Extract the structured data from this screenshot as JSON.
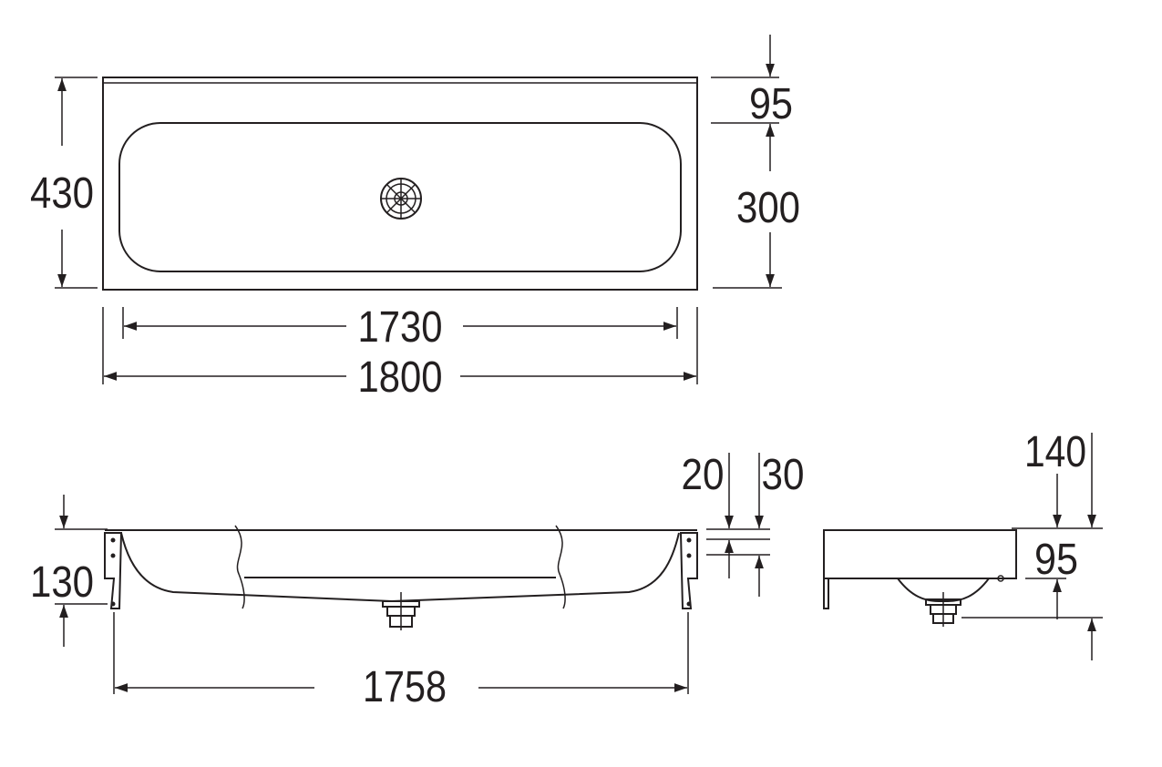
{
  "drawing": {
    "top_view": {
      "height": "430",
      "backsplash": "95",
      "basin_depth": "300",
      "basin_length": "1730",
      "total_length": "1800"
    },
    "front_view": {
      "height": "130",
      "rim": "20",
      "edge": "30",
      "bracket_spacing": "1758"
    },
    "side_view": {
      "top": "140",
      "body_height": "95"
    }
  }
}
